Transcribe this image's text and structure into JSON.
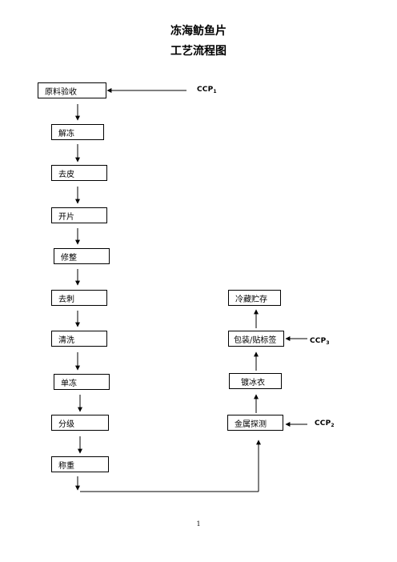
{
  "title": {
    "line1": "冻海鲂鱼片",
    "line2": "工艺流程图"
  },
  "left_steps": [
    "原料验收",
    "解冻",
    "去皮",
    "开片",
    "修整",
    "去刺",
    "清洗",
    "单冻",
    "分级",
    "称重"
  ],
  "right_steps": [
    "冷藏贮存",
    "包装/贴标签",
    "镀冰衣",
    "金属探测"
  ],
  "ccp_labels": {
    "ccp1": {
      "base": "CCP",
      "sub": "1"
    },
    "ccp3": {
      "base": "CCP",
      "sub": "3"
    },
    "ccp2": {
      "base": "CCP",
      "sub": "2"
    }
  },
  "page_number": "1"
}
